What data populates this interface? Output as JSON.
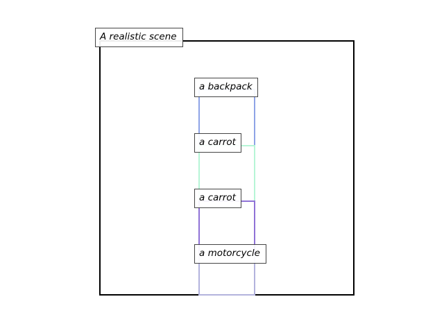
{
  "scene": {
    "title": "A realistic scene"
  },
  "objects": [
    {
      "label": "a backpack",
      "color": "#8ea3e6"
    },
    {
      "label": "a carrot",
      "color": "#b6f5d6"
    },
    {
      "label": "a carrot",
      "color": "#8f72d6"
    },
    {
      "label": "a motorcycle",
      "color": "#b3b3dd"
    }
  ],
  "colors": {
    "frame": "#000000",
    "label_border": "#444444"
  }
}
